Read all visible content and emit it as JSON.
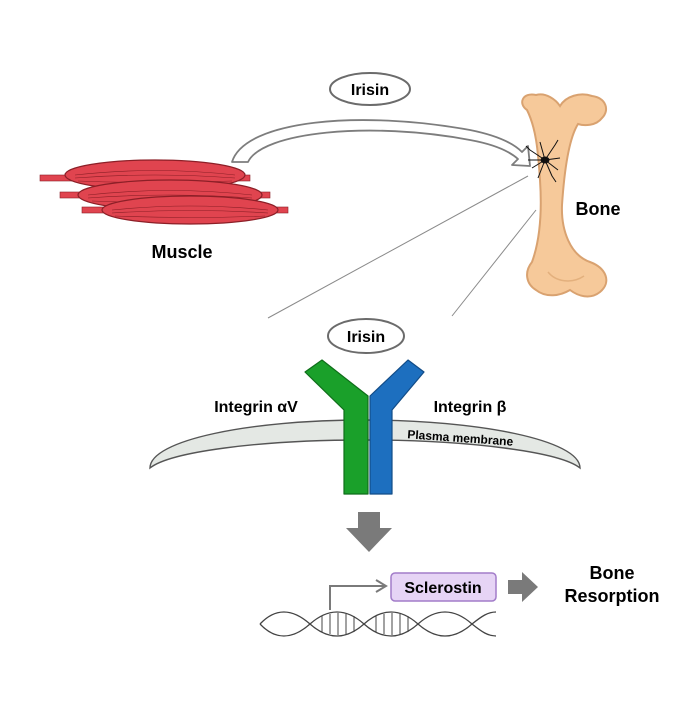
{
  "labels": {
    "irisin_top": "Irisin",
    "muscle": "Muscle",
    "bone": "Bone",
    "irisin_receptor": "Irisin",
    "integrin_alpha": "Integrin αV",
    "integrin_beta": "Integrin β",
    "plasma_membrane": "Plasma membrane",
    "sclerostin": "Sclerostin",
    "bone_resorption_line1": "Bone",
    "bone_resorption_line2": "Resorption"
  },
  "colors": {
    "muscle": "#e0444f",
    "muscle_dark": "#8c1f27",
    "bone": "#f6c99a",
    "bone_stroke": "#d9a270",
    "integrin_alpha": "#1aa02a",
    "integrin_beta": "#1d6fbf",
    "membrane": "#e4e8e4",
    "sclerostin_fill": "#e6d4f5",
    "sclerostin_stroke": "#a27cc9",
    "arrow_gray": "#7a7a7a"
  }
}
